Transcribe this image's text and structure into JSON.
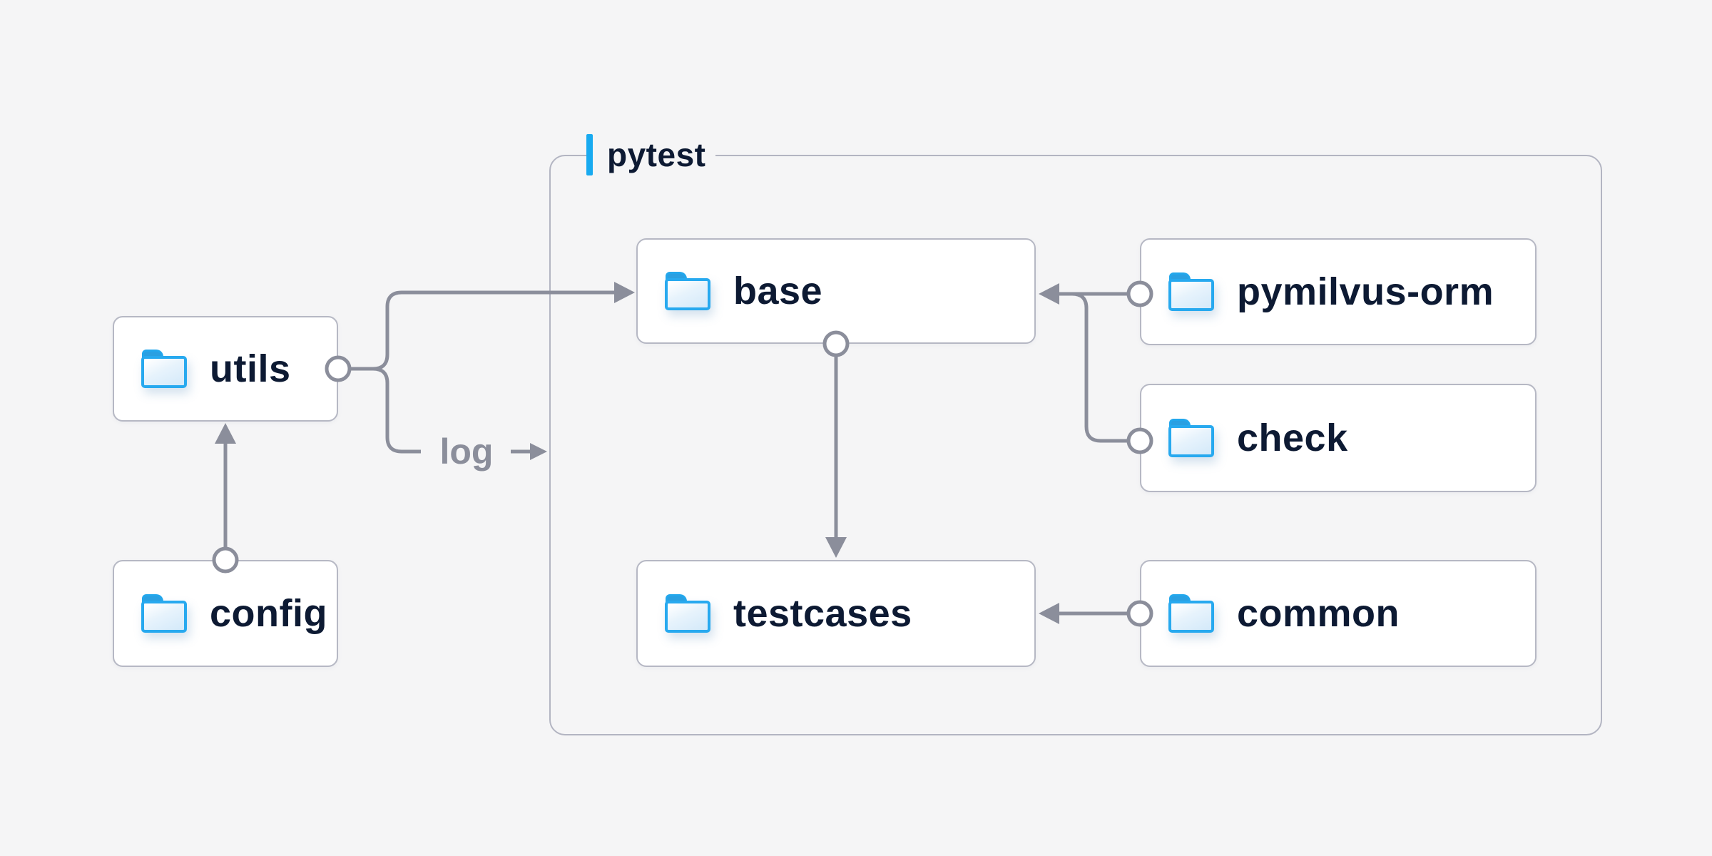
{
  "page": {
    "background": "#f5f5f6"
  },
  "diagram": {
    "type": "folder-dependency-diagram",
    "container": {
      "label": "pytest",
      "accent_color": "#18aaf0"
    },
    "nodes": [
      {
        "id": "utils",
        "label": "utils",
        "icon": "folder-icon",
        "inside_container": false
      },
      {
        "id": "config",
        "label": "config",
        "icon": "folder-icon",
        "inside_container": false
      },
      {
        "id": "base",
        "label": "base",
        "icon": "folder-icon",
        "inside_container": true
      },
      {
        "id": "pymilvus-orm",
        "label": "pymilvus-orm",
        "icon": "folder-icon",
        "inside_container": true
      },
      {
        "id": "check",
        "label": "check",
        "icon": "folder-icon",
        "inside_container": true
      },
      {
        "id": "testcases",
        "label": "testcases",
        "icon": "folder-icon",
        "inside_container": true
      },
      {
        "id": "common",
        "label": "common",
        "icon": "folder-icon",
        "inside_container": true
      }
    ],
    "edge_label": "log",
    "edges": [
      {
        "from": "config",
        "to": "utils",
        "style": "circle-to-arrow"
      },
      {
        "from": "utils",
        "to": "base",
        "style": "circle-to-arrow"
      },
      {
        "from": "utils",
        "to": "pytest",
        "label": "log",
        "style": "circle-to-arrow"
      },
      {
        "from": "pymilvus-orm",
        "to": "base",
        "style": "circle-to-arrow"
      },
      {
        "from": "check",
        "to": "base",
        "style": "circle-to-arrow"
      },
      {
        "from": "base",
        "to": "testcases",
        "style": "circle-to-arrow"
      },
      {
        "from": "common",
        "to": "testcases",
        "style": "circle-to-arrow"
      }
    ],
    "colors": {
      "node_text": "#0d1a33",
      "connector": "#8b8e9b",
      "node_border": "#b6b8c4",
      "container_border": "#b3b5c2",
      "folder_blue": "#27a9ef"
    }
  }
}
